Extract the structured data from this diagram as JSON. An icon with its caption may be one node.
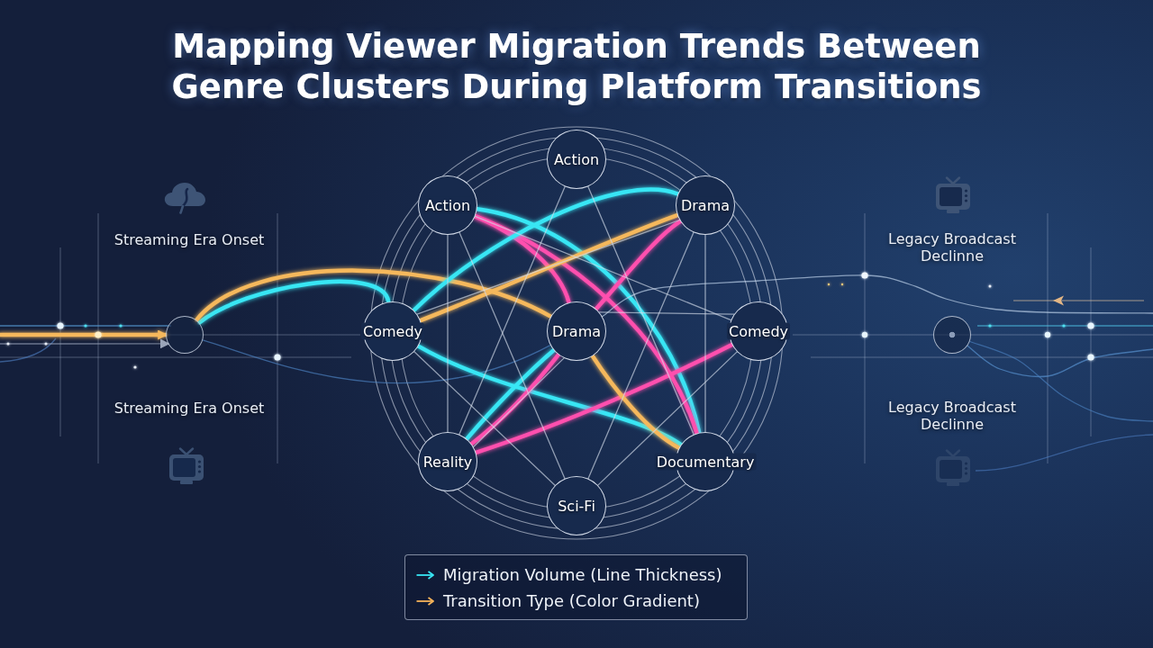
{
  "diagram": {
    "title": "Mapping Viewer Migration Trends Between Genre Clusters During Platform Transitions",
    "nodes": [
      {
        "text": [
          "Action"
        ]
      },
      {
        "text": [
          "Action"
        ]
      },
      {
        "text": [
          "Drama"
        ]
      },
      {
        "text": [],
        "shape": "circle"
      },
      {
        "text": [
          "Comedy"
        ]
      },
      {
        "text": [
          "Drama"
        ]
      },
      {
        "text": [
          "Comedy"
        ]
      },
      {
        "text": [],
        "shape": "circle"
      },
      {
        "text": [
          "Reality"
        ]
      },
      {
        "text": [
          "Documentary"
        ]
      },
      {
        "text": [
          "Sci-Fi"
        ]
      }
    ],
    "edges": [
      {
        "from": null,
        "to": 3,
        "arrow": "to",
        "style": "thick",
        "color": "#f5b85c"
      },
      {
        "from": null,
        "to": 3,
        "arrow": "to",
        "color": "#9aa4b8"
      },
      {
        "from": 3,
        "to": 4,
        "arrow": "none",
        "style": "thick",
        "color": "#38e6f4"
      },
      {
        "from": 3,
        "to": 5,
        "arrow": "none",
        "style": "thick",
        "color": "#f5b85c"
      },
      {
        "from": 3,
        "to": 5,
        "arrow": "none",
        "color": "#4f86c6"
      },
      {
        "from": 1,
        "to": 9,
        "arrow": "none",
        "style": "thick",
        "color": "#38e6f4"
      },
      {
        "from": 1,
        "to": 5,
        "arrow": "none",
        "style": "thick",
        "color": "#ff4fae"
      },
      {
        "from": 1,
        "to": 9,
        "arrow": "none",
        "style": "thick",
        "color": "#ff4fae"
      },
      {
        "from": 4,
        "to": 2,
        "arrow": "none",
        "style": "thick",
        "color": "#38e6f4"
      },
      {
        "from": 4,
        "to": 2,
        "arrow": "none",
        "style": "thick",
        "color": "#f5b85c"
      },
      {
        "from": 4,
        "to": 9,
        "arrow": "none",
        "style": "thick",
        "color": "#38e6f4"
      },
      {
        "from": 8,
        "to": 5,
        "arrow": "none",
        "style": "thick",
        "color": "#38e6f4"
      },
      {
        "from": 8,
        "to": 5,
        "arrow": "none",
        "style": "thick",
        "color": "#ff4fae"
      },
      {
        "from": 8,
        "to": 6,
        "arrow": "none",
        "style": "thick",
        "color": "#ff4fae"
      },
      {
        "from": 5,
        "to": 2,
        "arrow": "none",
        "style": "thick",
        "color": "#ff4fae"
      },
      {
        "from": 5,
        "to": 9,
        "arrow": "none",
        "style": "thick",
        "color": "#f5b85c"
      },
      {
        "from": 7,
        "to": null,
        "arrow": "none",
        "color": "#5b96d6"
      },
      {
        "from": 7,
        "to": null,
        "arrow": "none",
        "color": "#4a7fbf"
      },
      {
        "from": 5,
        "to": null,
        "arrow": "none",
        "color": "#c4d9f0"
      },
      {
        "from": 1,
        "to": 10,
        "arrow": "none",
        "color": "#d3dcea"
      },
      {
        "from": 0,
        "to": 8,
        "arrow": "none",
        "color": "#d3dcea"
      },
      {
        "from": 0,
        "to": 9,
        "arrow": "none",
        "color": "#d3dcea"
      },
      {
        "from": 4,
        "to": 10,
        "arrow": "none",
        "color": "#d3dcea"
      },
      {
        "from": 1,
        "to": 6,
        "arrow": "none",
        "color": "#d3dcea"
      },
      {
        "from": 2,
        "to": 10,
        "arrow": "none",
        "color": "#d3dcea"
      },
      {
        "from": 1,
        "to": 8,
        "arrow": "none",
        "color": "#d3dcea"
      },
      {
        "from": 2,
        "to": 9,
        "arrow": "none",
        "color": "#d3dcea"
      },
      {
        "from": 5,
        "to": 6,
        "arrow": "none",
        "color": "#d3dcea"
      },
      {
        "from": 6,
        "to": 10,
        "arrow": "none",
        "color": "#d3dcea"
      },
      {
        "from": 2,
        "to": 4,
        "arrow": "none",
        "color": "#d3dcea"
      },
      {
        "from": 8,
        "to": 5,
        "arrow": "none",
        "color": "#d3dcea"
      }
    ],
    "labels": [
      "Streaming Era Onset",
      "Legacy Broadcast Declinne",
      "Streaming Era Onset",
      "Legacy Broadcast Declinne"
    ],
    "legend": [
      {
        "text": "Migration Volume (Line Thickness)"
      },
      {
        "text": "Transition Type (Color Gradient)"
      }
    ]
  }
}
